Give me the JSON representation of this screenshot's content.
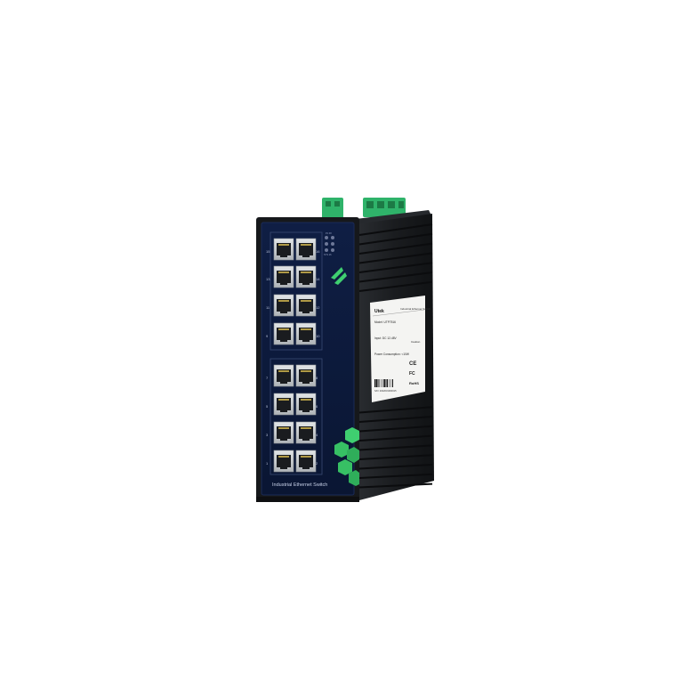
{
  "product": {
    "front_label": "Industrial Ethernet Switch",
    "port_numbers_right": [
      "16",
      "14",
      "12",
      "10",
      "8",
      "6",
      "4",
      "2"
    ],
    "port_numbers_left": [
      "15",
      "13",
      "11",
      "9",
      "7",
      "5",
      "3",
      "1"
    ],
    "led_labels": [
      "P1 P2",
      "SYS  16",
      "SYS  16"
    ],
    "side_label": {
      "brand": "Utek",
      "header_right": "Industrial Ethernet Switch",
      "model": "Model: UTP7516",
      "input": "Input: DC 12-48V",
      "power": "Power Consumption: <10W",
      "warning": "Caution",
      "cert_ce": "CE",
      "cert_fc": "FC",
      "cert_rohs": "RoHS",
      "serial": "S/N: 2022031000015"
    }
  },
  "colors": {
    "chassis": "#16181b",
    "chassis_side": "#1d1f22",
    "faceplate": "#0d1a3c",
    "faceplate_border": "#1b2b57",
    "terminal_green": "#2fb36a",
    "logo_green": "#3fcf70",
    "port_metal": "#cfd3d6",
    "label_paper": "#f4f4f2"
  }
}
